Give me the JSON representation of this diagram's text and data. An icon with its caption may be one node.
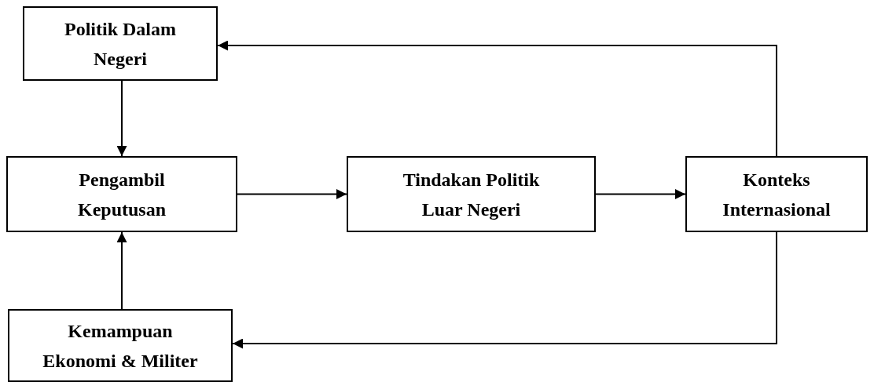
{
  "diagram": {
    "nodes": [
      {
        "text": [
          "Politik Dalam Negeri"
        ]
      },
      {
        "text": [
          "Pengambil Keputusan"
        ]
      },
      {
        "text": [
          "Tindakan Politik Luar Negeri"
        ]
      },
      {
        "text": [
          "Konteks Internasional"
        ]
      },
      {
        "text": [
          "Kemampuan Ekonomi & Militer"
        ]
      }
    ],
    "edges": [
      {
        "from": 0,
        "to": 1,
        "arrow": "to"
      },
      {
        "from": 1,
        "to": 2,
        "arrow": "to"
      },
      {
        "from": 2,
        "to": 3,
        "arrow": "to"
      },
      {
        "from": 3,
        "to": 0,
        "arrow": "to"
      },
      {
        "from": 3,
        "to": 4,
        "arrow": "to"
      },
      {
        "from": 4,
        "to": 1,
        "arrow": "to"
      }
    ]
  }
}
